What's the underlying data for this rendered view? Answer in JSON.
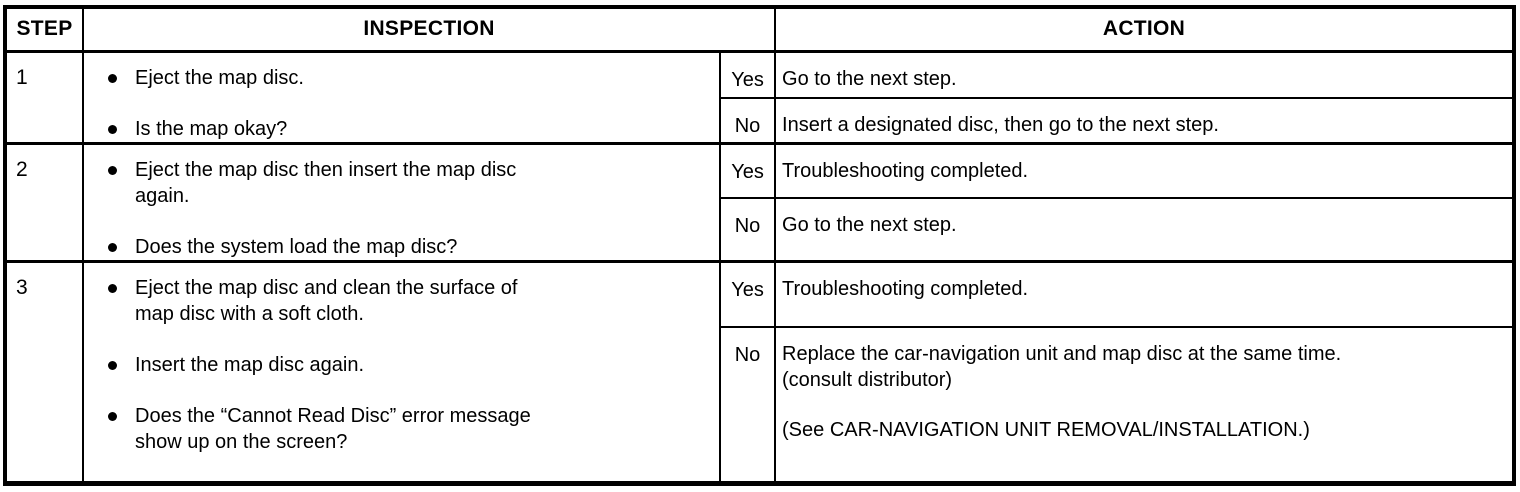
{
  "table": {
    "headers": {
      "step": "STEP",
      "inspection": "INSPECTION",
      "action": "ACTION"
    },
    "steps": [
      {
        "number": "1",
        "bullets": [
          [
            "Eject the map disc."
          ],
          [
            "Is the map okay?"
          ]
        ],
        "yes": {
          "label": "Yes",
          "lines": [
            "Go to the next step."
          ]
        },
        "no": {
          "label": "No",
          "lines": [
            "Insert a designated disc, then go to the next step."
          ]
        }
      },
      {
        "number": "2",
        "bullets": [
          [
            "Eject the map disc then insert the map disc",
            "again."
          ],
          [
            "Does the system load the map disc?"
          ]
        ],
        "yes": {
          "label": "Yes",
          "lines": [
            "Troubleshooting completed."
          ]
        },
        "no": {
          "label": "No",
          "lines": [
            "Go to the next step."
          ]
        }
      },
      {
        "number": "3",
        "bullets": [
          [
            "Eject the map disc and clean the surface of",
            "map disc with a soft cloth."
          ],
          [
            "Insert the map disc again."
          ],
          [
            "Does the “Cannot Read Disc” error message",
            "show up on the screen?"
          ]
        ],
        "yes": {
          "label": "Yes",
          "lines": [
            "Troubleshooting completed."
          ]
        },
        "no": {
          "label": "No",
          "lines": [
            "Replace the car-navigation unit and map disc at the same time.",
            "(consult distributor)",
            "(See CAR-NAVIGATION UNIT REMOVAL/INSTALLATION.)"
          ]
        }
      }
    ]
  }
}
